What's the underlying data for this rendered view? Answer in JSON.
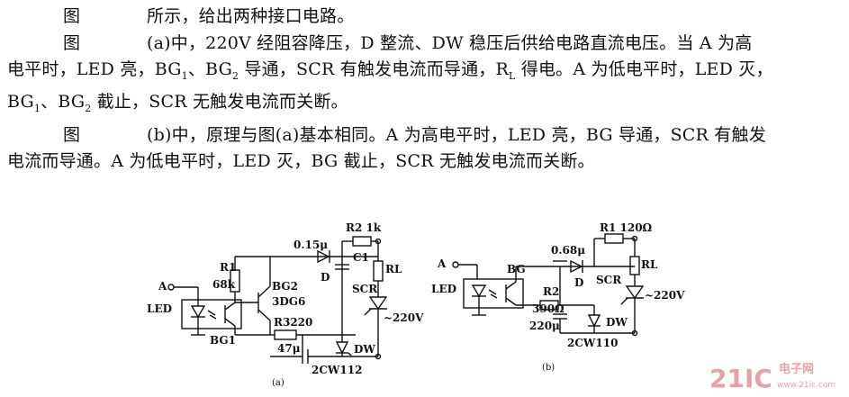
{
  "text": {
    "p1_label": "图",
    "p1_text": "所示，给出两种接口电路。",
    "p2_label": "图",
    "p2_line1": "(a)中，220V 经阻容降压，D 整流、DW 稳压后供给电路直流电压。当 A 为高",
    "p2_line2a": "电平时，LED 亮，BG",
    "p2_sub1": "1",
    "p2_line2b": "、BG",
    "p2_sub2": "2",
    "p2_line2c": " 导通，SCR 有触发电流而导通，R",
    "p2_subL": "L",
    "p2_line2d": " 得电。A 为低电平时，LED 灭，",
    "p2_line3a": "BG",
    "p2_sub3": "1",
    "p2_line3b": "、BG",
    "p2_sub4": "2",
    "p2_line3c": " 截止，SCR 无触发电流而关断。",
    "p3_label": "图",
    "p3_line1": "(b)中，原理与图(a)基本相同。A 为高电平时，LED 亮，BG 导通，SCR 有触发",
    "p3_line2": "电流而导通。A 为低电平时，LED 灭，BG 截止，SCR 无触发电流而关断。"
  },
  "circuit_a": {
    "A": "A",
    "LED": "LED",
    "BG1": "BG1",
    "R1": "R1",
    "R1v": "68k",
    "BG2": "BG2",
    "BG2type": "3DG6",
    "R3": "R3220",
    "C1v": "47μ",
    "C2v": "0.15μ",
    "D": "D",
    "R2": "R2 1k",
    "C1": "C1",
    "RL": "RL",
    "SCR": "SCR",
    "AC": "~220V",
    "DW": "DW",
    "zener": "2CW112",
    "caption": "(a)"
  },
  "circuit_b": {
    "A": "A",
    "LED": "LED",
    "BG": "BG",
    "R1": "R1 120Ω",
    "C1v": "0.68μ",
    "D": "D",
    "RL": "RL",
    "SCR": "SCR",
    "AC": "~220V",
    "R2": "R2",
    "R2v": "390Ω",
    "C2v": "220μ",
    "DW": "DW",
    "zener": "2CW110",
    "caption": "(b)"
  },
  "watermark": {
    "brand": "21IC",
    "cn": "电子网",
    "url": "www.21ic.com"
  },
  "colors": {
    "watermark": "#e6a0a8",
    "ink": "#111111"
  }
}
